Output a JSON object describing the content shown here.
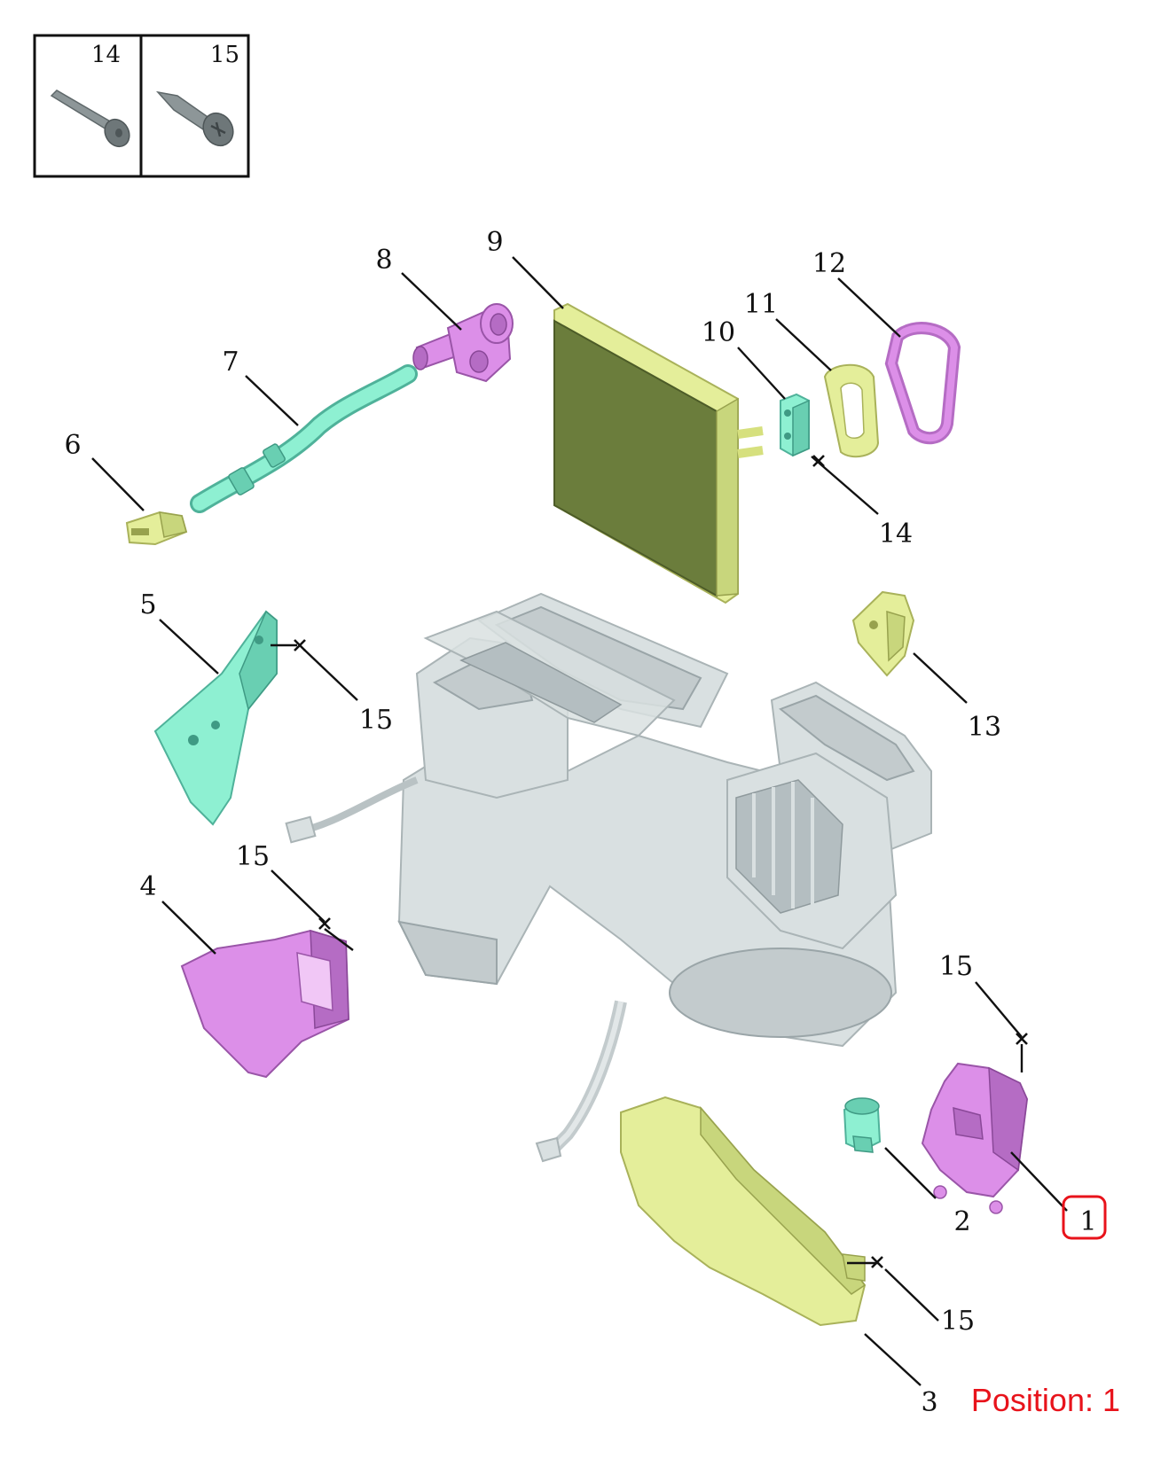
{
  "inset": {
    "labels": [
      "14",
      "15"
    ]
  },
  "callouts": [
    {
      "id": "1",
      "text": "1",
      "highlighted": true
    },
    {
      "id": "2",
      "text": "2"
    },
    {
      "id": "3",
      "text": "3"
    },
    {
      "id": "4",
      "text": "4"
    },
    {
      "id": "5",
      "text": "5"
    },
    {
      "id": "6",
      "text": "6"
    },
    {
      "id": "7",
      "text": "7"
    },
    {
      "id": "8",
      "text": "8"
    },
    {
      "id": "9",
      "text": "9"
    },
    {
      "id": "10",
      "text": "10"
    },
    {
      "id": "11",
      "text": "11"
    },
    {
      "id": "12",
      "text": "12"
    },
    {
      "id": "13",
      "text": "13"
    },
    {
      "id": "14a",
      "text": "14"
    },
    {
      "id": "15a",
      "text": "15"
    },
    {
      "id": "15b",
      "text": "15"
    },
    {
      "id": "15c",
      "text": "15"
    },
    {
      "id": "15d",
      "text": "15"
    }
  ],
  "position_label": "Position: 1",
  "colors": {
    "highlight": "#e8131b",
    "magenta_part": "#dc8fe8",
    "yellow_part": "#e4ee9a",
    "cyan_part": "#8ef0d2",
    "housing": "#d9e0e1"
  }
}
